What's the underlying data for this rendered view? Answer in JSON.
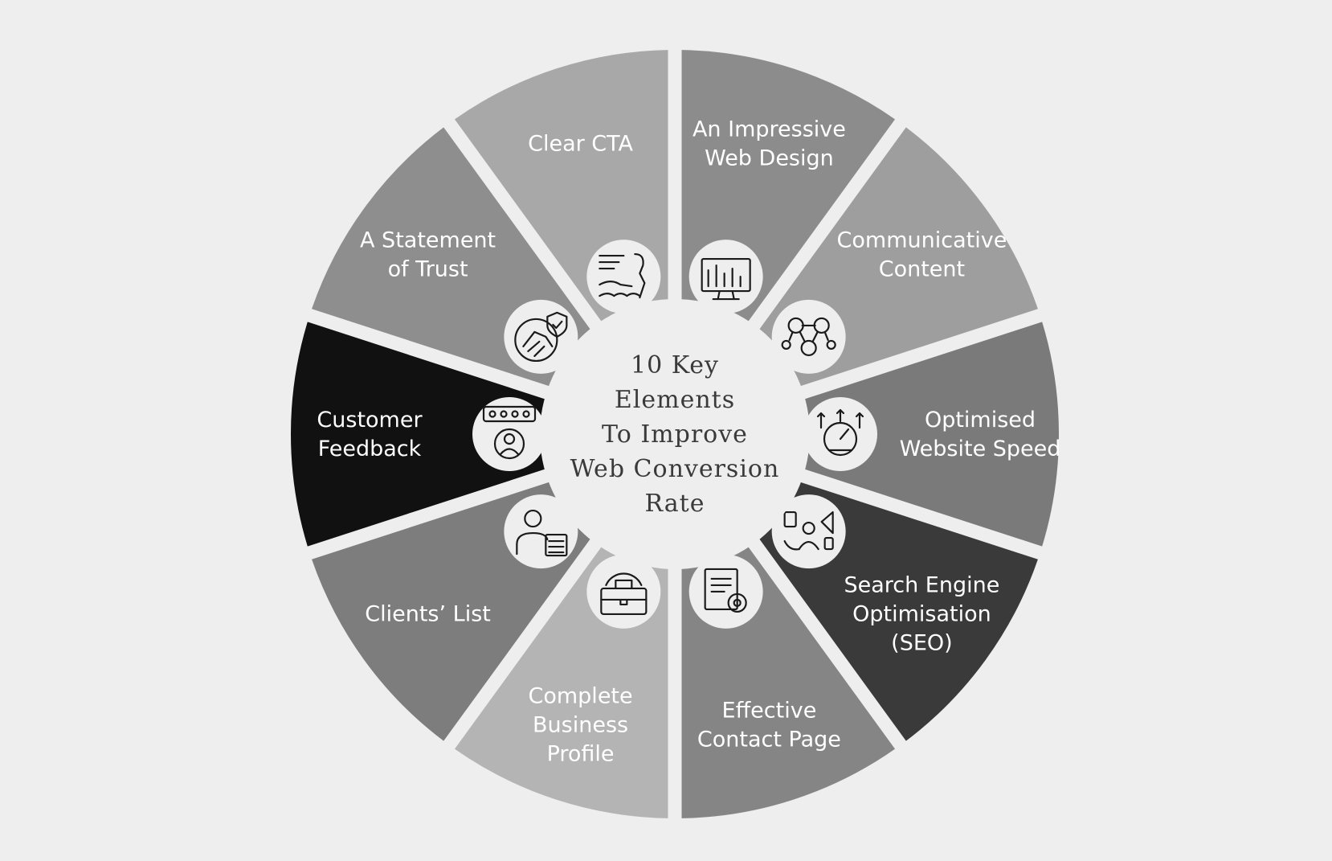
{
  "title_lines": [
    "10 Key",
    "Elements",
    "To Improve",
    "Web Conversion",
    "Rate"
  ],
  "segments": [
    {
      "label_lines": [
        "An Impressive",
        "Web Design"
      ],
      "fill": "#8c8c8c",
      "icon": "web-design-monitor-icon"
    },
    {
      "label_lines": [
        "Communicative",
        "Content"
      ],
      "fill": "#9e9e9e",
      "icon": "network-people-icon"
    },
    {
      "label_lines": [
        "Optimised",
        "Website Speed"
      ],
      "fill": "#7a7a7a",
      "icon": "speedometer-icon"
    },
    {
      "label_lines": [
        "Search Engine",
        "Optimisation",
        "(SEO)"
      ],
      "fill": "#3a3a3a",
      "icon": "seo-megaphone-icon"
    },
    {
      "label_lines": [
        "Effective",
        "Contact Page"
      ],
      "fill": "#858585",
      "icon": "contact-document-gear-icon"
    },
    {
      "label_lines": [
        "Complete",
        "Business",
        "Profile"
      ],
      "fill": "#b4b4b4",
      "icon": "briefcase-gear-icon"
    },
    {
      "label_lines": [
        "Clients’ List"
      ],
      "fill": "#7d7d7d",
      "icon": "client-list-icon"
    },
    {
      "label_lines": [
        "Customer",
        "Feedback"
      ],
      "fill": "#111111",
      "icon": "rating-user-icon"
    },
    {
      "label_lines": [
        "A Statement",
        "of Trust"
      ],
      "fill": "#8e8e8e",
      "icon": "handshake-shield-icon"
    },
    {
      "label_lines": [
        "Clear CTA"
      ],
      "fill": "#a8a8a8",
      "icon": "cta-hand-phone-icon"
    }
  ]
}
